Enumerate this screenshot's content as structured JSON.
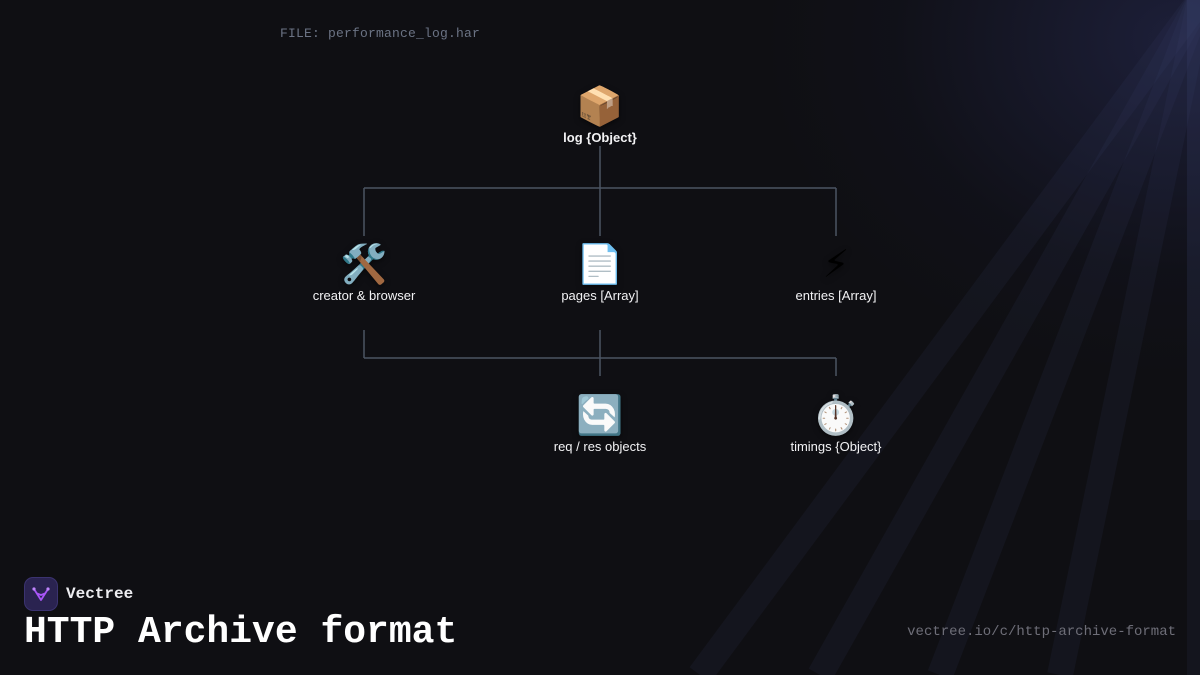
{
  "file_label": "FILE: performance_log.har",
  "brand": {
    "name": "Vectree",
    "logo_color": "#a855f7"
  },
  "title": "HTTP Archive format",
  "url": "vectree.io/c/http-archive-format",
  "colors": {
    "background": "#0f0f13",
    "connector": "#4b5563",
    "label": "#f2f2f4",
    "muted": "#6b7384"
  },
  "diagram": {
    "root": {
      "icon": "package-icon",
      "glyph": "📦",
      "label": "log {Object}"
    },
    "level1": [
      {
        "icon": "tools-icon",
        "glyph": "🛠️",
        "label": "creator & browser"
      },
      {
        "icon": "document-icon",
        "glyph": "📄",
        "label": "pages [Array]"
      },
      {
        "icon": "lightning-icon",
        "glyph": "⚡",
        "label": "entries [Array]"
      }
    ],
    "level2": [
      {
        "icon": "refresh-arrows-icon",
        "glyph": "🔄",
        "label": "req / res objects"
      },
      {
        "icon": "stopwatch-icon",
        "glyph": "⏱️",
        "label": "timings {Object}"
      }
    ]
  }
}
